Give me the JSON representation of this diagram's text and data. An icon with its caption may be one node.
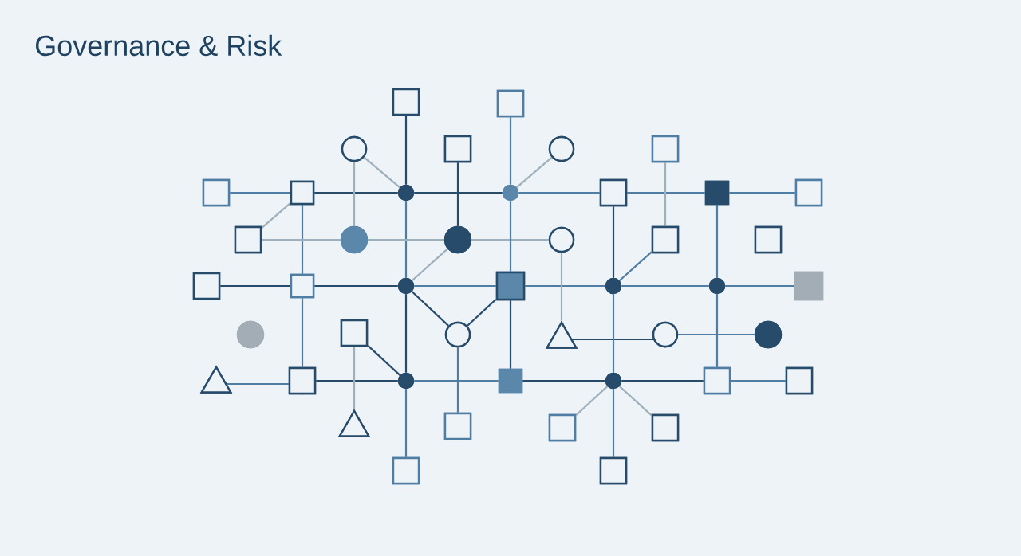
{
  "diagram": {
    "title": "Governance & Risk",
    "nodes": [
      {
        "text": [],
        "shape": "box"
      },
      {
        "text": [],
        "shape": "box"
      },
      {
        "text": [],
        "shape": "circle"
      },
      {
        "text": [],
        "shape": "box"
      },
      {
        "text": [],
        "shape": "circle"
      },
      {
        "text": [],
        "shape": "box"
      },
      {
        "text": [],
        "shape": "box"
      },
      {
        "text": [],
        "shape": "box"
      },
      {
        "text": [],
        "shape": "circle"
      },
      {
        "text": [],
        "shape": "circle"
      },
      {
        "text": [],
        "shape": "box"
      },
      {
        "text": [],
        "shape": "box"
      },
      {
        "text": [],
        "shape": "box"
      },
      {
        "text": [],
        "shape": "box"
      },
      {
        "text": [],
        "shape": "circle"
      },
      {
        "text": [],
        "shape": "circle"
      },
      {
        "text": [],
        "shape": "circle"
      },
      {
        "text": [],
        "shape": "box"
      },
      {
        "text": [],
        "shape": "box"
      },
      {
        "text": [],
        "shape": "box"
      },
      {
        "text": [],
        "shape": "box"
      },
      {
        "text": [],
        "shape": "circle"
      },
      {
        "text": [],
        "shape": "box"
      },
      {
        "text": [],
        "shape": "circle"
      },
      {
        "text": [],
        "shape": "circle"
      },
      {
        "text": [],
        "shape": "box"
      },
      {
        "text": [],
        "shape": "circle"
      },
      {
        "text": [],
        "shape": "box"
      },
      {
        "text": [],
        "shape": "circle"
      },
      {
        "text": [],
        "shape": "triangle"
      },
      {
        "text": [],
        "shape": "circle"
      },
      {
        "text": [],
        "shape": "circle"
      },
      {
        "text": [],
        "shape": "triangle"
      },
      {
        "text": [],
        "shape": "box"
      },
      {
        "text": [],
        "shape": "circle"
      },
      {
        "text": [],
        "shape": "box"
      },
      {
        "text": [],
        "shape": "circle"
      },
      {
        "text": [],
        "shape": "box"
      },
      {
        "text": [],
        "shape": "box"
      },
      {
        "text": [],
        "shape": "triangle"
      },
      {
        "text": [],
        "shape": "box"
      },
      {
        "text": [],
        "shape": "box"
      },
      {
        "text": [],
        "shape": "box"
      },
      {
        "text": [],
        "shape": "box"
      },
      {
        "text": [],
        "shape": "box"
      }
    ],
    "edges": [
      {
        "from": 6,
        "to": 7,
        "arrow": "none"
      },
      {
        "from": 7,
        "to": 8,
        "arrow": "none",
        "color": "#274b6b"
      },
      {
        "from": 8,
        "to": 9,
        "arrow": "none",
        "color": "#274b6b"
      },
      {
        "from": 9,
        "to": 10,
        "arrow": "none"
      },
      {
        "from": 10,
        "to": 11,
        "arrow": "none"
      },
      {
        "from": 11,
        "to": 12,
        "arrow": "none"
      },
      {
        "from": 0,
        "to": 8,
        "arrow": "none",
        "color": "#274b6b"
      },
      {
        "from": 8,
        "to": 21,
        "arrow": "none"
      },
      {
        "from": 21,
        "to": 34,
        "arrow": "none",
        "color": "#274b6b"
      },
      {
        "from": 28,
        "to": 21,
        "arrow": "none",
        "color": "#274b6b"
      },
      {
        "from": 34,
        "to": 43,
        "arrow": "none"
      },
      {
        "from": 7,
        "to": 20,
        "arrow": "none"
      },
      {
        "from": 20,
        "to": 33,
        "arrow": "none"
      },
      {
        "from": 13,
        "to": 7,
        "arrow": "none",
        "color": "#9fb0bd"
      },
      {
        "from": 13,
        "to": 14,
        "arrow": "none",
        "color": "#9fb0bd"
      },
      {
        "from": 14,
        "to": 15,
        "arrow": "none",
        "color": "#9fb0bd"
      },
      {
        "from": 15,
        "to": 16,
        "arrow": "none",
        "color": "#9fb0bd"
      },
      {
        "from": 2,
        "to": 14,
        "arrow": "none",
        "color": "#9fb0bd"
      },
      {
        "from": 2,
        "to": 8,
        "arrow": "none",
        "color": "#9fb0bd"
      },
      {
        "from": 3,
        "to": 15,
        "arrow": "none",
        "color": "#274b6b"
      },
      {
        "from": 15,
        "to": 21,
        "arrow": "none",
        "color": "#9fb0bd"
      },
      {
        "from": 1,
        "to": 9,
        "arrow": "none"
      },
      {
        "from": 9,
        "to": 22,
        "arrow": "none"
      },
      {
        "from": 4,
        "to": 9,
        "arrow": "none",
        "color": "#9fb0bd"
      },
      {
        "from": 19,
        "to": 20,
        "arrow": "none",
        "color": "#274b6b"
      },
      {
        "from": 20,
        "to": 21,
        "arrow": "none",
        "color": "#274b6b"
      },
      {
        "from": 21,
        "to": 22,
        "arrow": "none"
      },
      {
        "from": 22,
        "to": 23,
        "arrow": "none"
      },
      {
        "from": 23,
        "to": 24,
        "arrow": "none"
      },
      {
        "from": 24,
        "to": 25,
        "arrow": "none"
      },
      {
        "from": 22,
        "to": 28,
        "arrow": "none",
        "color": "#274b6b"
      },
      {
        "from": 22,
        "to": 35,
        "arrow": "none",
        "color": "#274b6b"
      },
      {
        "from": 16,
        "to": 29,
        "arrow": "none",
        "color": "#9fb0bd"
      },
      {
        "from": 10,
        "to": 23,
        "arrow": "none",
        "color": "#274b6b"
      },
      {
        "from": 23,
        "to": 17,
        "arrow": "none"
      },
      {
        "from": 5,
        "to": 17,
        "arrow": "none",
        "color": "#9fb0bd"
      },
      {
        "from": 11,
        "to": 24,
        "arrow": "none"
      },
      {
        "from": 24,
        "to": 37,
        "arrow": "none"
      },
      {
        "from": 29,
        "to": 30,
        "arrow": "none",
        "color": "#274b6b"
      },
      {
        "from": 30,
        "to": 31,
        "arrow": "none"
      },
      {
        "from": 23,
        "to": 36,
        "arrow": "none"
      },
      {
        "from": 32,
        "to": 33,
        "arrow": "none"
      },
      {
        "from": 33,
        "to": 34,
        "arrow": "none",
        "color": "#274b6b"
      },
      {
        "from": 27,
        "to": 34,
        "arrow": "none",
        "color": "#274b6b"
      },
      {
        "from": 27,
        "to": 39,
        "arrow": "none",
        "color": "#9fb0bd"
      },
      {
        "from": 34,
        "to": 35,
        "arrow": "none"
      },
      {
        "from": 35,
        "to": 36,
        "arrow": "none",
        "color": "#274b6b"
      },
      {
        "from": 36,
        "to": 37,
        "arrow": "none",
        "color": "#274b6b"
      },
      {
        "from": 37,
        "to": 38,
        "arrow": "none"
      },
      {
        "from": 28,
        "to": 40,
        "arrow": "none"
      },
      {
        "from": 36,
        "to": 41,
        "arrow": "none",
        "color": "#9fb0bd"
      },
      {
        "from": 36,
        "to": 42,
        "arrow": "none",
        "color": "#9fb0bd"
      },
      {
        "from": 36,
        "to": 44,
        "arrow": "none"
      }
    ]
  }
}
